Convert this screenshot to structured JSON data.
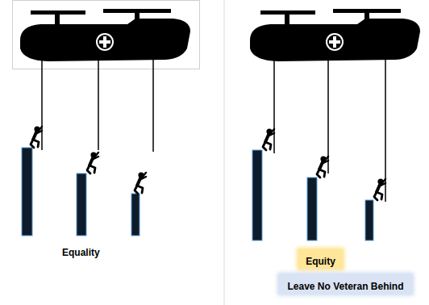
{
  "diagram": {
    "nodes": [
      {
        "text": [
          "Equity"
        ]
      },
      {
        "text": [
          "Leave No Veteran Behind"
        ]
      }
    ],
    "labels": [
      "Equality"
    ]
  }
}
